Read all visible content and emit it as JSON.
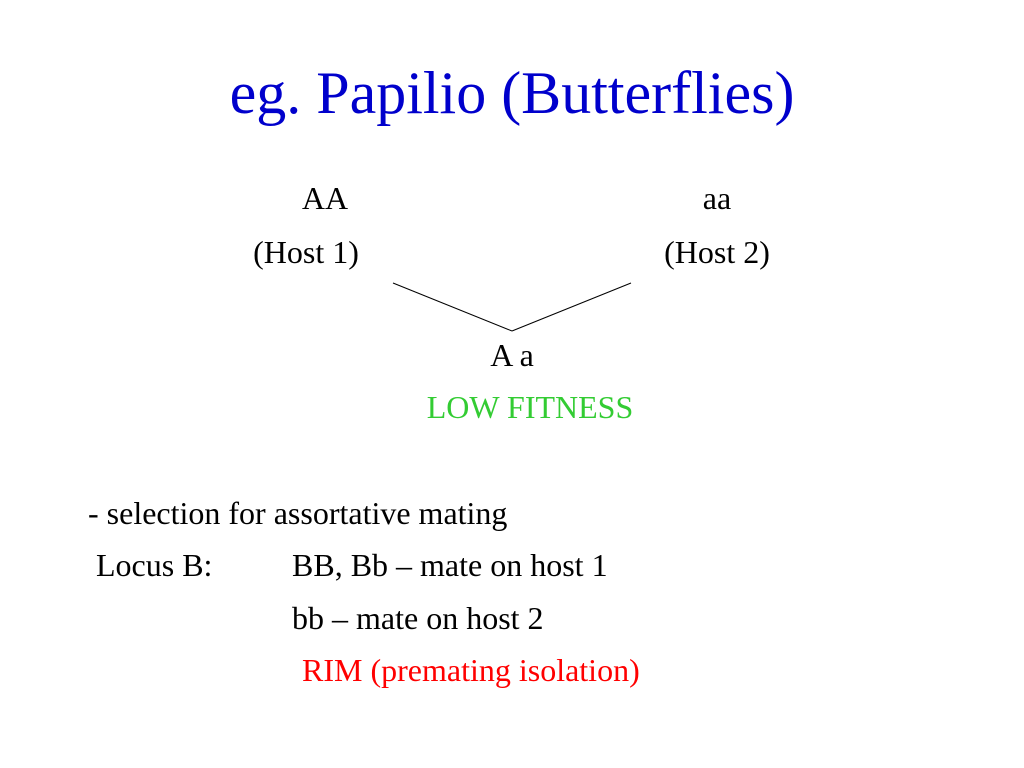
{
  "slide": {
    "title": "eg. Papilio (Butterflies)",
    "title_color": "#0000CC",
    "cross": {
      "parent1": {
        "genotype": "AA",
        "host": "(Host 1)"
      },
      "parent2": {
        "genotype": "aa",
        "host": "(Host 2)"
      },
      "offspring": {
        "genotype": "A a",
        "fitness": "LOW FITNESS",
        "fitness_color": "#33CC33"
      }
    },
    "notes": {
      "selection_line": "- selection for assortative mating",
      "locus_label": "Locus B:",
      "locus_line1": "BB, Bb – mate on host 1",
      "locus_line2": "bb – mate on host 2",
      "conclusion": "RIM (premating isolation)",
      "conclusion_color": "#FF0000"
    }
  }
}
